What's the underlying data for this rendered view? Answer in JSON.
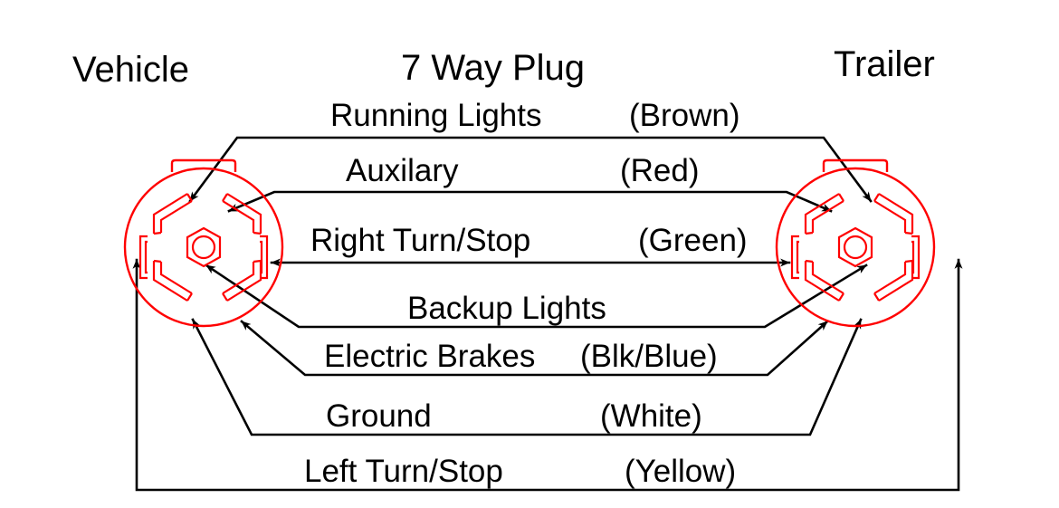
{
  "title": "7 Way Plug",
  "sides": {
    "left_label": "Vehicle",
    "right_label": "Trailer"
  },
  "colors": {
    "connector": "#ff0000",
    "wire": "#000000",
    "background": "#ffffff"
  },
  "circuits": [
    {
      "id": "running-lights",
      "name": "Running Lights",
      "wire_color": "(Brown)"
    },
    {
      "id": "auxilary",
      "name": "Auxilary",
      "wire_color": "(Red)"
    },
    {
      "id": "right-turn-stop",
      "name": "Right Turn/Stop",
      "wire_color": "(Green)"
    },
    {
      "id": "backup-lights",
      "name": "Backup Lights",
      "wire_color": ""
    },
    {
      "id": "electric-brakes",
      "name": "Electric Brakes",
      "wire_color": "(Blk/Blue)"
    },
    {
      "id": "ground",
      "name": "Ground",
      "wire_color": "(White)"
    },
    {
      "id": "left-turn-stop",
      "name": "Left Turn/Stop",
      "wire_color": "(Yellow)"
    }
  ],
  "connectors": {
    "left": {
      "name": "vehicle-7-way-connector",
      "pin_count": 7
    },
    "right": {
      "name": "trailer-7-way-connector",
      "pin_count": 7
    }
  }
}
